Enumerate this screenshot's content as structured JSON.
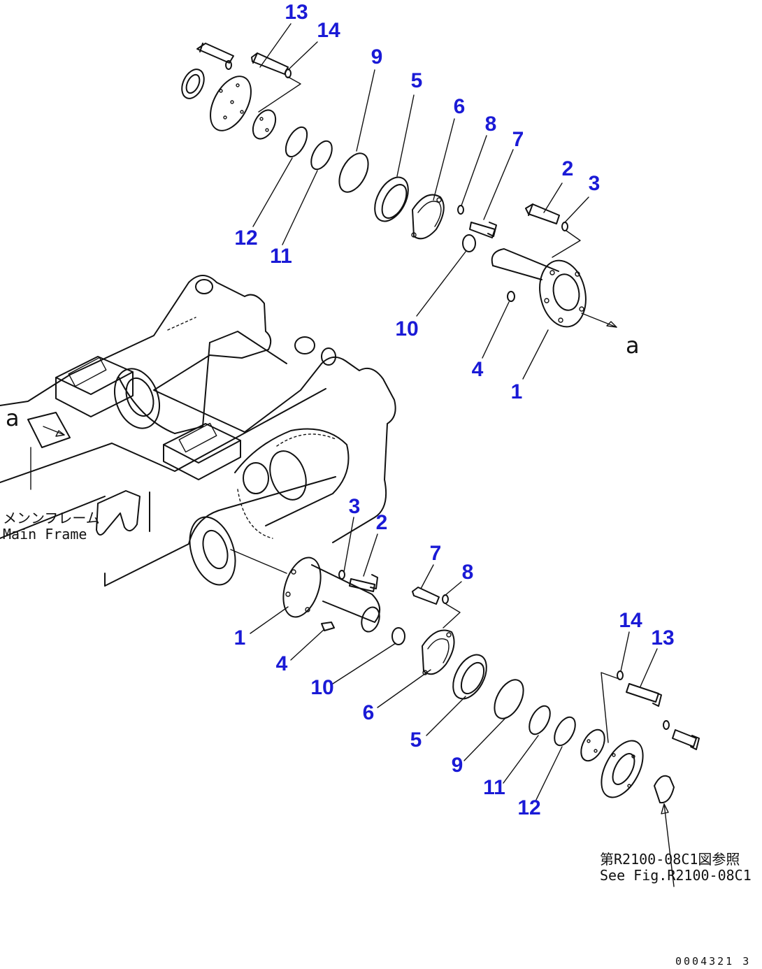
{
  "callouts_upper": [
    "13",
    "14",
    "9",
    "5",
    "6",
    "8",
    "7",
    "2",
    "3",
    "12",
    "11",
    "10",
    "4",
    "1"
  ],
  "callouts_lower": [
    "3",
    "2",
    "7",
    "8",
    "1",
    "4",
    "10",
    "6",
    "5",
    "9",
    "11",
    "12",
    "14",
    "13"
  ],
  "view_labels": [
    "a",
    "a"
  ],
  "frame_label": {
    "jp": "メンンフレーム",
    "en": "Main Frame"
  },
  "reference_label": {
    "jp": "第R2100-08C1図参照",
    "en": "See Fig.R2100-08C1"
  },
  "drawing_code": "0004321 3"
}
